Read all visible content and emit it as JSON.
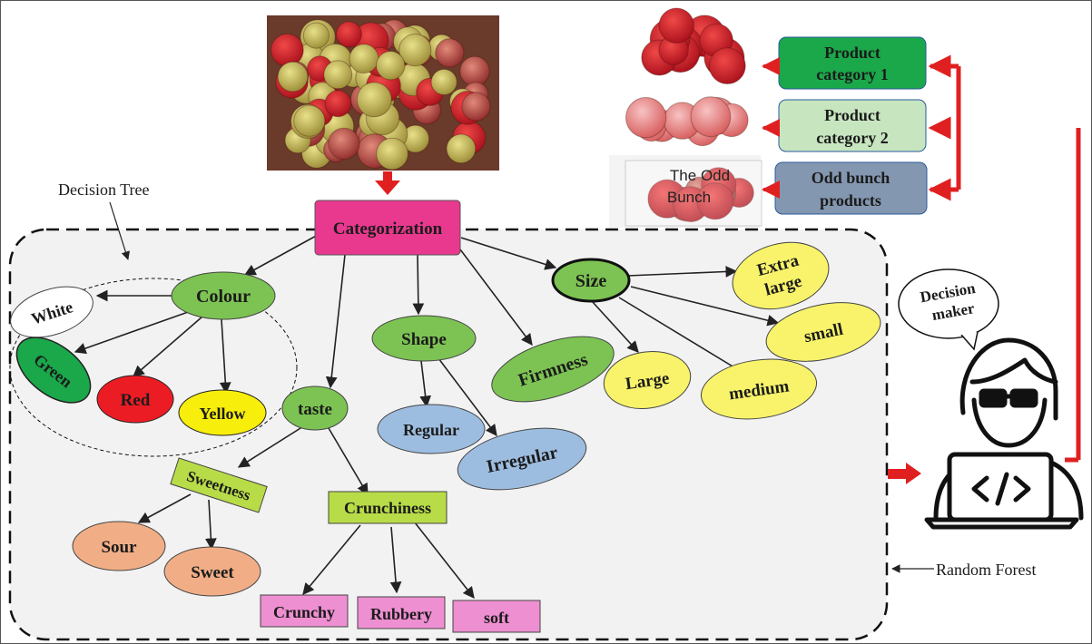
{
  "diagram": {
    "decision_tree_label": "Decision Tree",
    "random_forest_label": "Random Forest",
    "decision_maker": [
      "Decision",
      "maker"
    ],
    "root": "Categorization",
    "odd_bunch_bag_text": [
      "The Odd",
      "Bunch"
    ],
    "outputs": [
      {
        "lines": [
          "Product",
          "category 1"
        ],
        "color": "#1aa84a"
      },
      {
        "lines": [
          "Product",
          "category 2"
        ],
        "color": "#c7e6c0"
      },
      {
        "lines": [
          "Odd bunch",
          "products"
        ],
        "color": "#8497b0"
      }
    ],
    "attributes": {
      "colour": "Colour",
      "taste": "taste",
      "shape": "Shape",
      "firmness": "Firmness",
      "size": "Size"
    },
    "colour_values": [
      "White",
      "Green",
      "Red",
      "Yellow"
    ],
    "taste_children": [
      "Sweetness",
      "Crunchiness"
    ],
    "sweetness_values": [
      "Sour",
      "Sweet"
    ],
    "crunchiness_values": [
      "Crunchy",
      "Rubbery",
      "soft"
    ],
    "shape_values": [
      "Regular",
      "Irregular"
    ],
    "size_values": {
      "extra_large": [
        "Extra",
        "large"
      ],
      "small": "small",
      "medium": "medium",
      "large": "Large"
    },
    "colors": {
      "attribute_green": "#7dc353",
      "yellow_node": "#f8f36a",
      "blue_node": "#9dbde0",
      "orange_node": "#f1ae86",
      "pink_node": "#ee8fd1",
      "root_pink": "#e8398e",
      "lime_box": "#b8dc48",
      "green_value": "#1aa84a",
      "red_value": "#ec1c24",
      "yellow_value": "#f7ee0b",
      "arrow_red": "#e02020",
      "panel_bg": "#f2f2f2"
    }
  }
}
